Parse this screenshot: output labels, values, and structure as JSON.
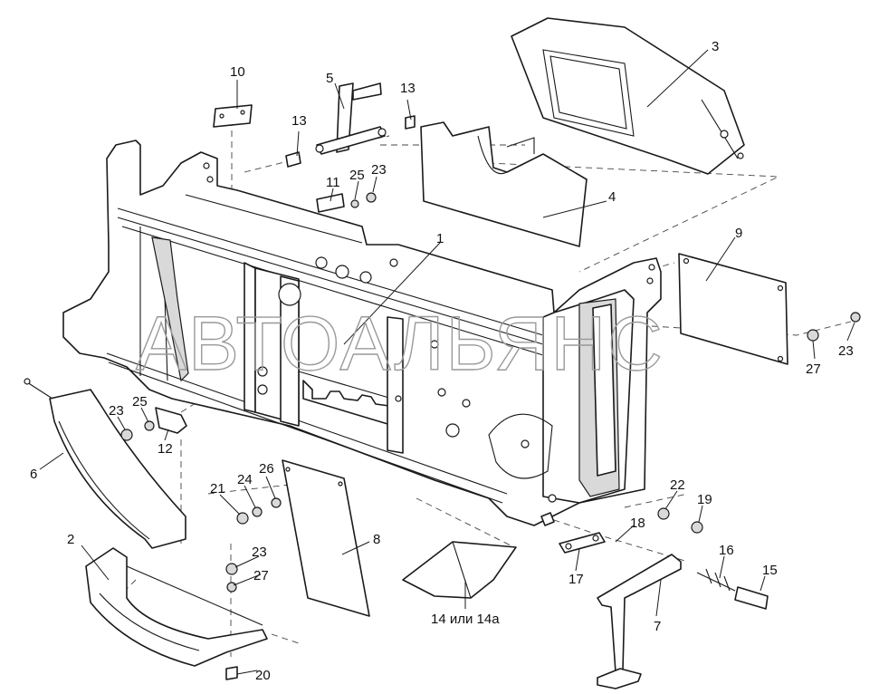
{
  "watermark": "АВТОАЛЬЯНС",
  "callouts": [
    {
      "id": "c1",
      "text": "1"
    },
    {
      "id": "c2",
      "text": "2"
    },
    {
      "id": "c3",
      "text": "3"
    },
    {
      "id": "c4",
      "text": "4"
    },
    {
      "id": "c5",
      "text": "5"
    },
    {
      "id": "c6",
      "text": "6"
    },
    {
      "id": "c7",
      "text": "7"
    },
    {
      "id": "c8",
      "text": "8"
    },
    {
      "id": "c9",
      "text": "9"
    },
    {
      "id": "c10",
      "text": "10"
    },
    {
      "id": "c11",
      "text": "11"
    },
    {
      "id": "c12",
      "text": "12"
    },
    {
      "id": "c13a",
      "text": "13"
    },
    {
      "id": "c13b",
      "text": "13"
    },
    {
      "id": "c14",
      "text": "14 или 14а"
    },
    {
      "id": "c15",
      "text": "15"
    },
    {
      "id": "c16",
      "text": "16"
    },
    {
      "id": "c17",
      "text": "17"
    },
    {
      "id": "c18",
      "text": "18"
    },
    {
      "id": "c19",
      "text": "19"
    },
    {
      "id": "c20",
      "text": "20"
    },
    {
      "id": "c21",
      "text": "21"
    },
    {
      "id": "c22",
      "text": "22"
    },
    {
      "id": "c23a",
      "text": "23"
    },
    {
      "id": "c23b",
      "text": "23"
    },
    {
      "id": "c23c",
      "text": "23"
    },
    {
      "id": "c23d",
      "text": "23"
    },
    {
      "id": "c24",
      "text": "24"
    },
    {
      "id": "c25a",
      "text": "25"
    },
    {
      "id": "c25b",
      "text": "25"
    },
    {
      "id": "c26",
      "text": "26"
    },
    {
      "id": "c27a",
      "text": "27"
    },
    {
      "id": "c27b",
      "text": "27"
    }
  ]
}
